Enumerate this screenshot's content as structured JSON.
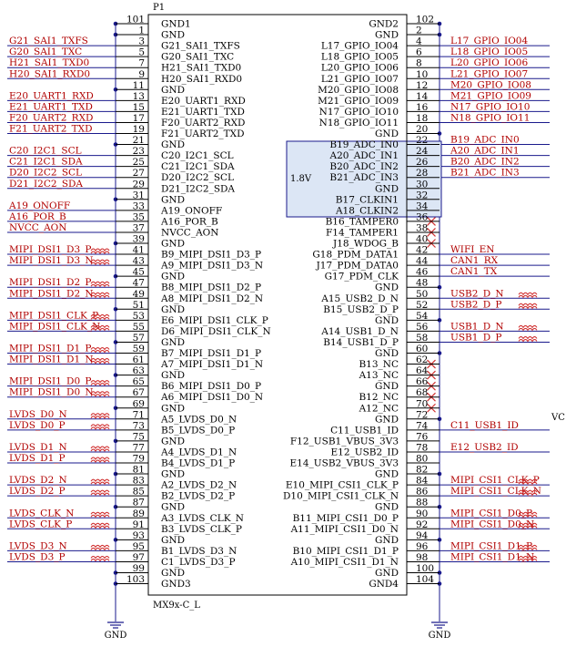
{
  "component": {
    "ref": "P1",
    "part": "MX9x-C_L",
    "region_label": "1.8V",
    "edge_text": "VC"
  },
  "ground": {
    "label": "GND"
  },
  "colors": {
    "net": "#b00000",
    "wire": "#1a1a8c",
    "body": "#000000",
    "region": "#dce6f5",
    "region_border": "#1a1a8c",
    "noconnect": "#d03030",
    "wave": "#d03030"
  },
  "left_pins": [
    {
      "num": "101",
      "name": "GND1",
      "net": "",
      "gnd": true
    },
    {
      "num": "1",
      "name": "GND",
      "net": "",
      "gnd": true
    },
    {
      "num": "3",
      "name": "G21_SAI1_TXFS",
      "net": "G21_SAI1_TXFS"
    },
    {
      "num": "5",
      "name": "G20_SAI1_TXC",
      "net": "G20_SAI1_TXC"
    },
    {
      "num": "7",
      "name": "H21_SAI1_TXD0",
      "net": "H21_SAI1_TXD0"
    },
    {
      "num": "9",
      "name": "H20_SAI1_RXD0",
      "net": "H20_SAI1_RXD0"
    },
    {
      "num": "11",
      "name": "GND",
      "net": "",
      "gnd": true
    },
    {
      "num": "13",
      "name": "E20_UART1_RXD",
      "net": "E20_UART1_RXD"
    },
    {
      "num": "15",
      "name": "E21_UART1_TXD",
      "net": "E21_UART1_TXD"
    },
    {
      "num": "17",
      "name": "F20_UART2_RXD",
      "net": "F20_UART2_RXD"
    },
    {
      "num": "19",
      "name": "F21_UART2_TXD",
      "net": "F21_UART2_TXD"
    },
    {
      "num": "21",
      "name": "GND",
      "net": "",
      "gnd": true
    },
    {
      "num": "23",
      "name": "C20_I2C1_SCL",
      "net": "C20_I2C1_SCL"
    },
    {
      "num": "25",
      "name": "C21_I2C1_SDA",
      "net": "C21_I2C1_SDA"
    },
    {
      "num": "27",
      "name": "D20_I2C2_SCL",
      "net": "D20_I2C2_SCL"
    },
    {
      "num": "29",
      "name": "D21_I2C2_SDA",
      "net": "D21_I2C2_SDA"
    },
    {
      "num": "31",
      "name": "GND",
      "net": "",
      "gnd": true
    },
    {
      "num": "33",
      "name": "A19_ONOFF",
      "net": "A19_ONOFF"
    },
    {
      "num": "35",
      "name": "A16_POR_B",
      "net": "A16_POR_B"
    },
    {
      "num": "37",
      "name": "NVCC_AON",
      "net": "NVCC_AON"
    },
    {
      "num": "39",
      "name": "GND",
      "net": "",
      "gnd": true
    },
    {
      "num": "41",
      "name": "B9_MIPI_DSI1_D3_P",
      "net": "MIPI_DSI1_D3_P",
      "wave": true
    },
    {
      "num": "43",
      "name": "A9_MIPI_DSI1_D3_N",
      "net": "MIPI_DSI1_D3_N",
      "wave": true
    },
    {
      "num": "45",
      "name": "GND",
      "net": "",
      "gnd": true
    },
    {
      "num": "47",
      "name": "B8_MIPI_DSI1_D2_P",
      "net": "MIPI_DSI1_D2_P",
      "wave": true
    },
    {
      "num": "49",
      "name": "A8_MIPI_DSI1_D2_N",
      "net": "MIPI_DSI1_D2_N",
      "wave": true
    },
    {
      "num": "51",
      "name": "GND",
      "net": "",
      "gnd": true
    },
    {
      "num": "53",
      "name": "E6_MIPI_DSI1_CLK_P",
      "net": "MIPI_DSI1_CLK_P",
      "wave": true
    },
    {
      "num": "55",
      "name": "D6_MIPI_DSI1_CLK_N",
      "net": "MIPI_DSI1_CLK_N",
      "wave": true
    },
    {
      "num": "57",
      "name": "GND",
      "net": "",
      "gnd": true
    },
    {
      "num": "59",
      "name": "B7_MIPI_DSI1_D1_P",
      "net": "MIPI_DSI1_D1_P",
      "wave": true
    },
    {
      "num": "61",
      "name": "A7_MIPI_DSI1_D1_N",
      "net": "MIPI_DSI1_D1_N",
      "wave": true
    },
    {
      "num": "63",
      "name": "GND",
      "net": "",
      "gnd": true
    },
    {
      "num": "65",
      "name": "B6_MIPI_DSI1_D0_P",
      "net": "MIPI_DSI1_D0_P",
      "wave": true
    },
    {
      "num": "67",
      "name": "A6_MIPI_DSI1_D0_N",
      "net": "MIPI_DSI1_D0_N",
      "wave": true
    },
    {
      "num": "69",
      "name": "GND",
      "net": "",
      "gnd": true
    },
    {
      "num": "71",
      "name": "A5_LVDS_D0_N",
      "net": "LVDS_D0_N",
      "wave": true
    },
    {
      "num": "73",
      "name": "B5_LVDS_D0_P",
      "net": "LVDS_D0_P",
      "wave": true
    },
    {
      "num": "75",
      "name": "GND",
      "net": "",
      "gnd": true
    },
    {
      "num": "77",
      "name": "A4_LVDS_D1_N",
      "net": "LVDS_D1_N",
      "wave": true
    },
    {
      "num": "79",
      "name": "B4_LVDS_D1_P",
      "net": "LVDS_D1_P",
      "wave": true
    },
    {
      "num": "81",
      "name": "GND",
      "net": "",
      "gnd": true
    },
    {
      "num": "83",
      "name": "A2_LVDS_D2_N",
      "net": "LVDS_D2_N",
      "wave": true
    },
    {
      "num": "85",
      "name": "B2_LVDS_D2_P",
      "net": "LVDS_D2_P",
      "wave": true
    },
    {
      "num": "87",
      "name": "GND",
      "net": "",
      "gnd": true
    },
    {
      "num": "89",
      "name": "A3_LVDS_CLK_N",
      "net": "LVDS_CLK_N",
      "wave": true
    },
    {
      "num": "91",
      "name": "B3_LVDS_CLK_P",
      "net": "LVDS_CLK_P",
      "wave": true
    },
    {
      "num": "93",
      "name": "GND",
      "net": "",
      "gnd": true
    },
    {
      "num": "95",
      "name": "B1_LVDS_D3_N",
      "net": "LVDS_D3_N",
      "wave": true
    },
    {
      "num": "97",
      "name": "C1_LVDS_D3_P",
      "net": "LVDS_D3_P",
      "wave": true
    },
    {
      "num": "99",
      "name": "GND",
      "net": "",
      "gnd": true
    },
    {
      "num": "103",
      "name": "GND3",
      "net": "",
      "gnd": true
    }
  ],
  "right_pins": [
    {
      "num": "102",
      "name": "GND2",
      "net": "",
      "gnd": true
    },
    {
      "num": "2",
      "name": "GND",
      "net": "",
      "gnd": true
    },
    {
      "num": "4",
      "name": "L17_GPIO_IO04",
      "net": "L17_GPIO_IO04"
    },
    {
      "num": "6",
      "name": "L18_GPIO_IO05",
      "net": "L18_GPIO_IO05"
    },
    {
      "num": "8",
      "name": "L20_GPIO_IO06",
      "net": "L20_GPIO_IO06"
    },
    {
      "num": "10",
      "name": "L21_GPIO_IO07",
      "net": "L21_GPIO_IO07"
    },
    {
      "num": "12",
      "name": "M20_GPIO_IO08",
      "net": "M20_GPIO_IO08"
    },
    {
      "num": "14",
      "name": "M21_GPIO_IO09",
      "net": "M21_GPIO_IO09"
    },
    {
      "num": "16",
      "name": "N17_GPIO_IO10",
      "net": "N17_GPIO_IO10"
    },
    {
      "num": "18",
      "name": "N18_GPIO_IO11",
      "net": "N18_GPIO_IO11"
    },
    {
      "num": "20",
      "name": "GND",
      "net": "",
      "gnd": true
    },
    {
      "num": "22",
      "name": "B19_ADC_IN0",
      "net": "B19_ADC_IN0"
    },
    {
      "num": "24",
      "name": "A20_ADC_IN1",
      "net": "A20_ADC_IN1"
    },
    {
      "num": "26",
      "name": "B20_ADC_IN2",
      "net": "B20_ADC_IN2"
    },
    {
      "num": "28",
      "name": "B21_ADC_IN3",
      "net": "B21_ADC_IN3"
    },
    {
      "num": "30",
      "name": "GND",
      "net": "",
      "gnd": true
    },
    {
      "num": "32",
      "name": "B17_CLKIN1",
      "net": "",
      "nc": true
    },
    {
      "num": "34",
      "name": "A18_CLKIN2",
      "net": "",
      "nc": true
    },
    {
      "num": "36",
      "name": "B16_TAMPER0",
      "net": "",
      "nc": true
    },
    {
      "num": "38",
      "name": "F14_TAMPER1",
      "net": "",
      "nc": true
    },
    {
      "num": "40",
      "name": "J18_WDOG_B",
      "net": "",
      "nc": true
    },
    {
      "num": "42",
      "name": "G18_PDM_DATA1",
      "net": "WIFI_EN"
    },
    {
      "num": "44",
      "name": "J17_PDM_DATA0",
      "net": "CAN1_RX"
    },
    {
      "num": "46",
      "name": "G17_PDM_CLK",
      "net": "CAN1_TX"
    },
    {
      "num": "48",
      "name": "GND",
      "net": "",
      "gnd": true
    },
    {
      "num": "50",
      "name": "A15_USB2_D_N",
      "net": "USB2_D_N",
      "wave": true
    },
    {
      "num": "52",
      "name": "B15_USB2_D_P",
      "net": "USB2_D_P",
      "wave": true
    },
    {
      "num": "54",
      "name": "GND",
      "net": "",
      "gnd": true
    },
    {
      "num": "56",
      "name": "A14_USB1_D_N",
      "net": "USB1_D_N",
      "wave": true
    },
    {
      "num": "58",
      "name": "B14_USB1_D_P",
      "net": "USB1_D_P",
      "wave": true
    },
    {
      "num": "60",
      "name": "GND",
      "net": "",
      "gnd": true
    },
    {
      "num": "62",
      "name": "B13_NC",
      "net": "",
      "nc": true
    },
    {
      "num": "64",
      "name": "A13_NC",
      "net": "",
      "nc": true
    },
    {
      "num": "66",
      "name": "GND",
      "net": "",
      "nc": true
    },
    {
      "num": "68",
      "name": "B12_NC",
      "net": "",
      "nc": true
    },
    {
      "num": "70",
      "name": "A12_NC",
      "net": "",
      "nc": true
    },
    {
      "num": "72",
      "name": "GND",
      "net": "",
      "gnd": true
    },
    {
      "num": "74",
      "name": "C11_USB1_ID",
      "net": "C11_USB1_ID"
    },
    {
      "num": "76",
      "name": "F12_USB1_VBUS_3V3",
      "net": ""
    },
    {
      "num": "78",
      "name": "E12_USB2_ID",
      "net": "E12_USB2_ID"
    },
    {
      "num": "80",
      "name": "E14_USB2_VBUS_3V3",
      "net": ""
    },
    {
      "num": "82",
      "name": "GND",
      "net": "",
      "gnd": true
    },
    {
      "num": "84",
      "name": "E10_MIPI_CSI1_CLK_P",
      "net": "MIPI_CSI1_CLK_P",
      "wave": true
    },
    {
      "num": "86",
      "name": "D10_MIPI_CSI1_CLK_N",
      "net": "MIPI_CSI1_CLK_N",
      "wave": true
    },
    {
      "num": "88",
      "name": "GND",
      "net": "",
      "gnd": true
    },
    {
      "num": "90",
      "name": "B11_MIPI_CSI1_D0_P",
      "net": "MIPI_CSI1_D0_P",
      "wave": true
    },
    {
      "num": "92",
      "name": "A11_MIPI_CSI1_D0_N",
      "net": "MIPI_CSI1_D0_N",
      "wave": true
    },
    {
      "num": "94",
      "name": "GND",
      "net": "",
      "gnd": true
    },
    {
      "num": "96",
      "name": "B10_MIPI_CSI1_D1_P",
      "net": "MIPI_CSI1_D1_P",
      "wave": true
    },
    {
      "num": "98",
      "name": "A10_MIPI_CSI1_D1_N",
      "net": "MIPI_CSI1_D1_N",
      "wave": true
    },
    {
      "num": "100",
      "name": "GND",
      "net": "",
      "gnd": true
    },
    {
      "num": "104",
      "name": "GND4",
      "net": "",
      "gnd": true
    }
  ]
}
